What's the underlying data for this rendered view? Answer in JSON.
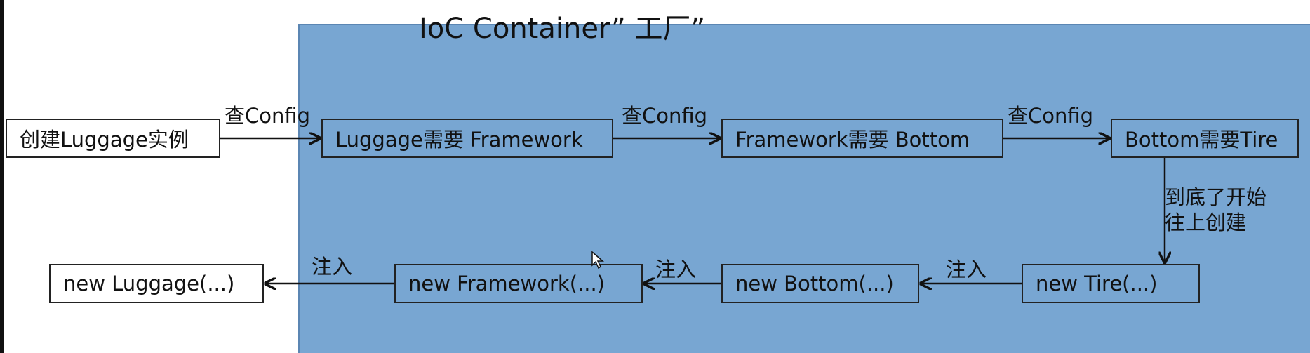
{
  "title": "IoC Container”  工厂”",
  "nodes": {
    "create": "创建Luggage实例",
    "luggage_needs": "Luggage需要 Framework",
    "framework_needs": "Framework需要 Bottom",
    "bottom_needs": "Bottom需要Tire",
    "new_tire": "new Tire(...)",
    "new_bottom": "new Bottom(...)",
    "new_framework": "new Framework(...)",
    "new_luggage": "new Luggage(...)"
  },
  "edges": {
    "check_config_1": "查Config",
    "check_config_2": "查Config",
    "check_config_3": "查Config",
    "bottom_line_1": "到底了开始",
    "bottom_line_2": "往上创建",
    "inject_1": "注入",
    "inject_2": "注入",
    "inject_3": "注入"
  },
  "colors": {
    "container_fill": "#78a6d2",
    "box_border": "#222222"
  }
}
